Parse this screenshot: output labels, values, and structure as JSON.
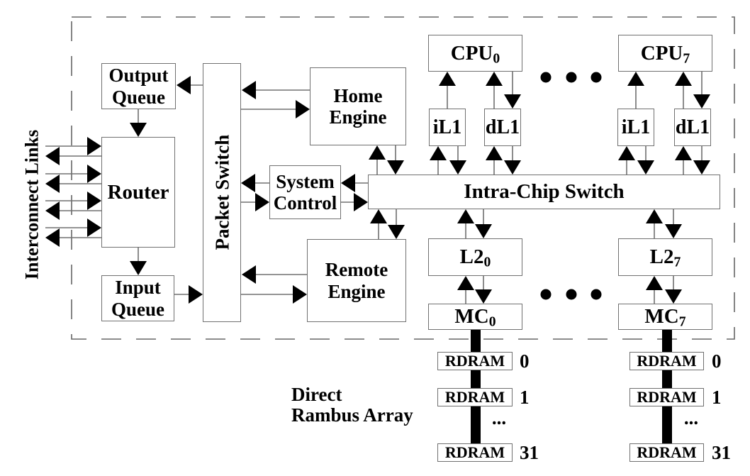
{
  "colors": {
    "ink": "#000000",
    "line": "#707070",
    "chip_border": "#666666",
    "background": "#ffffff"
  },
  "chip": {
    "interconnect_label": "Interconnect Links",
    "boxes": {
      "output_queue": {
        "line1": "Output",
        "line2": "Queue"
      },
      "router": {
        "label": "Router"
      },
      "input_queue": {
        "line1": "Input",
        "line2": "Queue"
      },
      "packet_switch": {
        "label": "Packet Switch"
      },
      "home_engine": {
        "line1": "Home",
        "line2": "Engine"
      },
      "system_control": {
        "line1": "System",
        "line2": "Control"
      },
      "remote_engine": {
        "line1": "Remote",
        "line2": "Engine"
      },
      "intra_chip_switch": {
        "label": "Intra-Chip Switch"
      },
      "cpu0": {
        "base": "CPU",
        "sub": "0"
      },
      "cpu7": {
        "base": "CPU",
        "sub": "7"
      },
      "il1": {
        "label": "iL1"
      },
      "dl1": {
        "label": "dL1"
      },
      "l2_0": {
        "base": "L2",
        "sub": "0"
      },
      "l2_7": {
        "base": "L2",
        "sub": "7"
      },
      "mc0": {
        "base": "MC",
        "sub": "0"
      },
      "mc7": {
        "base": "MC",
        "sub": "7"
      }
    },
    "ellipsis_dots": "● ● ●"
  },
  "memory": {
    "rdram_label": "RDRAM",
    "index_first": "0",
    "index_second": "1",
    "index_last": "31",
    "ellipsis": "...",
    "annotation": {
      "line1": "Direct",
      "line2": "Rambus Array"
    }
  }
}
